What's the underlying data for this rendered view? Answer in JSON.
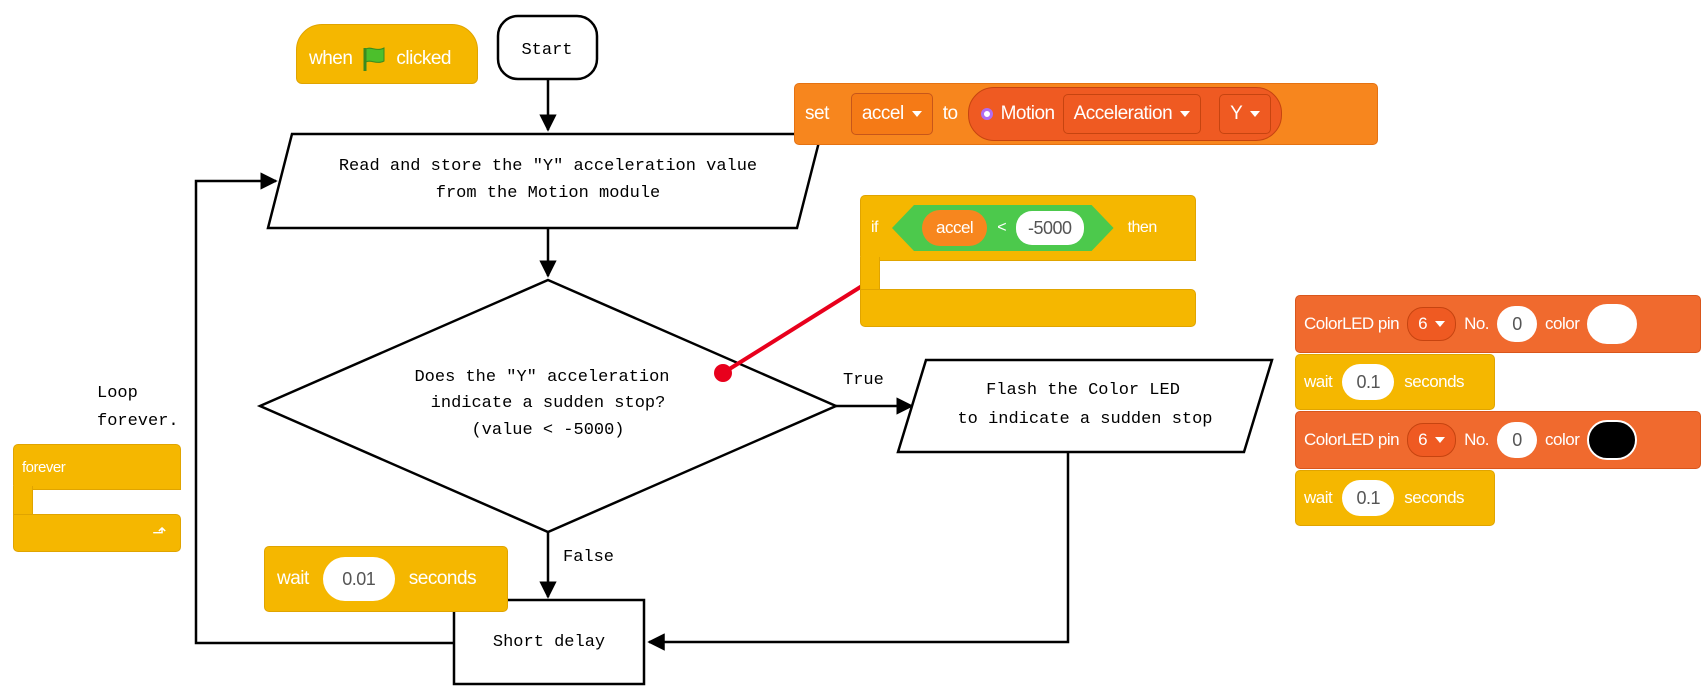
{
  "flowchart": {
    "start": "Start",
    "read_lines": [
      "Read and store the \"Y\" acceleration value",
      "from the Motion module"
    ],
    "decision_lines": [
      "Does the \"Y\" acceleration",
      "indicate a sudden stop?",
      "(value < -5000)"
    ],
    "flash_lines": [
      "Flash the Color LED",
      "to indicate a sudden stop"
    ],
    "delay": "Short delay",
    "label_true": "True",
    "label_false": "False",
    "loop_lines": [
      "Loop",
      "forever."
    ]
  },
  "blocks": {
    "hat": {
      "when": "when",
      "clicked": "clicked",
      "icon": "green-flag-icon"
    },
    "forever": {
      "label": "forever",
      "icon": "loop-arrow-icon"
    },
    "set": {
      "set": "set",
      "variable": "accel",
      "to": "to",
      "module": "Motion",
      "sensor": "Acceleration",
      "axis": "Y",
      "icon": "motion-sensor-icon"
    },
    "if": {
      "if": "if",
      "variable": "accel",
      "operator": "<",
      "value": "-5000",
      "then": "then"
    },
    "wait_main": {
      "wait": "wait",
      "value": "0.01",
      "seconds": "seconds"
    },
    "led1": {
      "label": "ColorLED pin",
      "pin": "6",
      "no": "No.",
      "index": "0",
      "color": "color",
      "swatch": "#ffffff"
    },
    "wait1": {
      "wait": "wait",
      "value": "0.1",
      "seconds": "seconds"
    },
    "led2": {
      "label": "ColorLED pin",
      "pin": "6",
      "no": "No.",
      "index": "0",
      "color": "color",
      "swatch": "#000000"
    },
    "wait2": {
      "wait": "wait",
      "value": "0.1",
      "seconds": "seconds"
    }
  },
  "colors": {
    "event_yellow": "#f5b700",
    "control_yellow": "#f5b700",
    "variable_orange": "#f7861e",
    "operator_green": "#4cc94c",
    "led_red": "#f06a2e",
    "callout_red": "#e8001c"
  }
}
